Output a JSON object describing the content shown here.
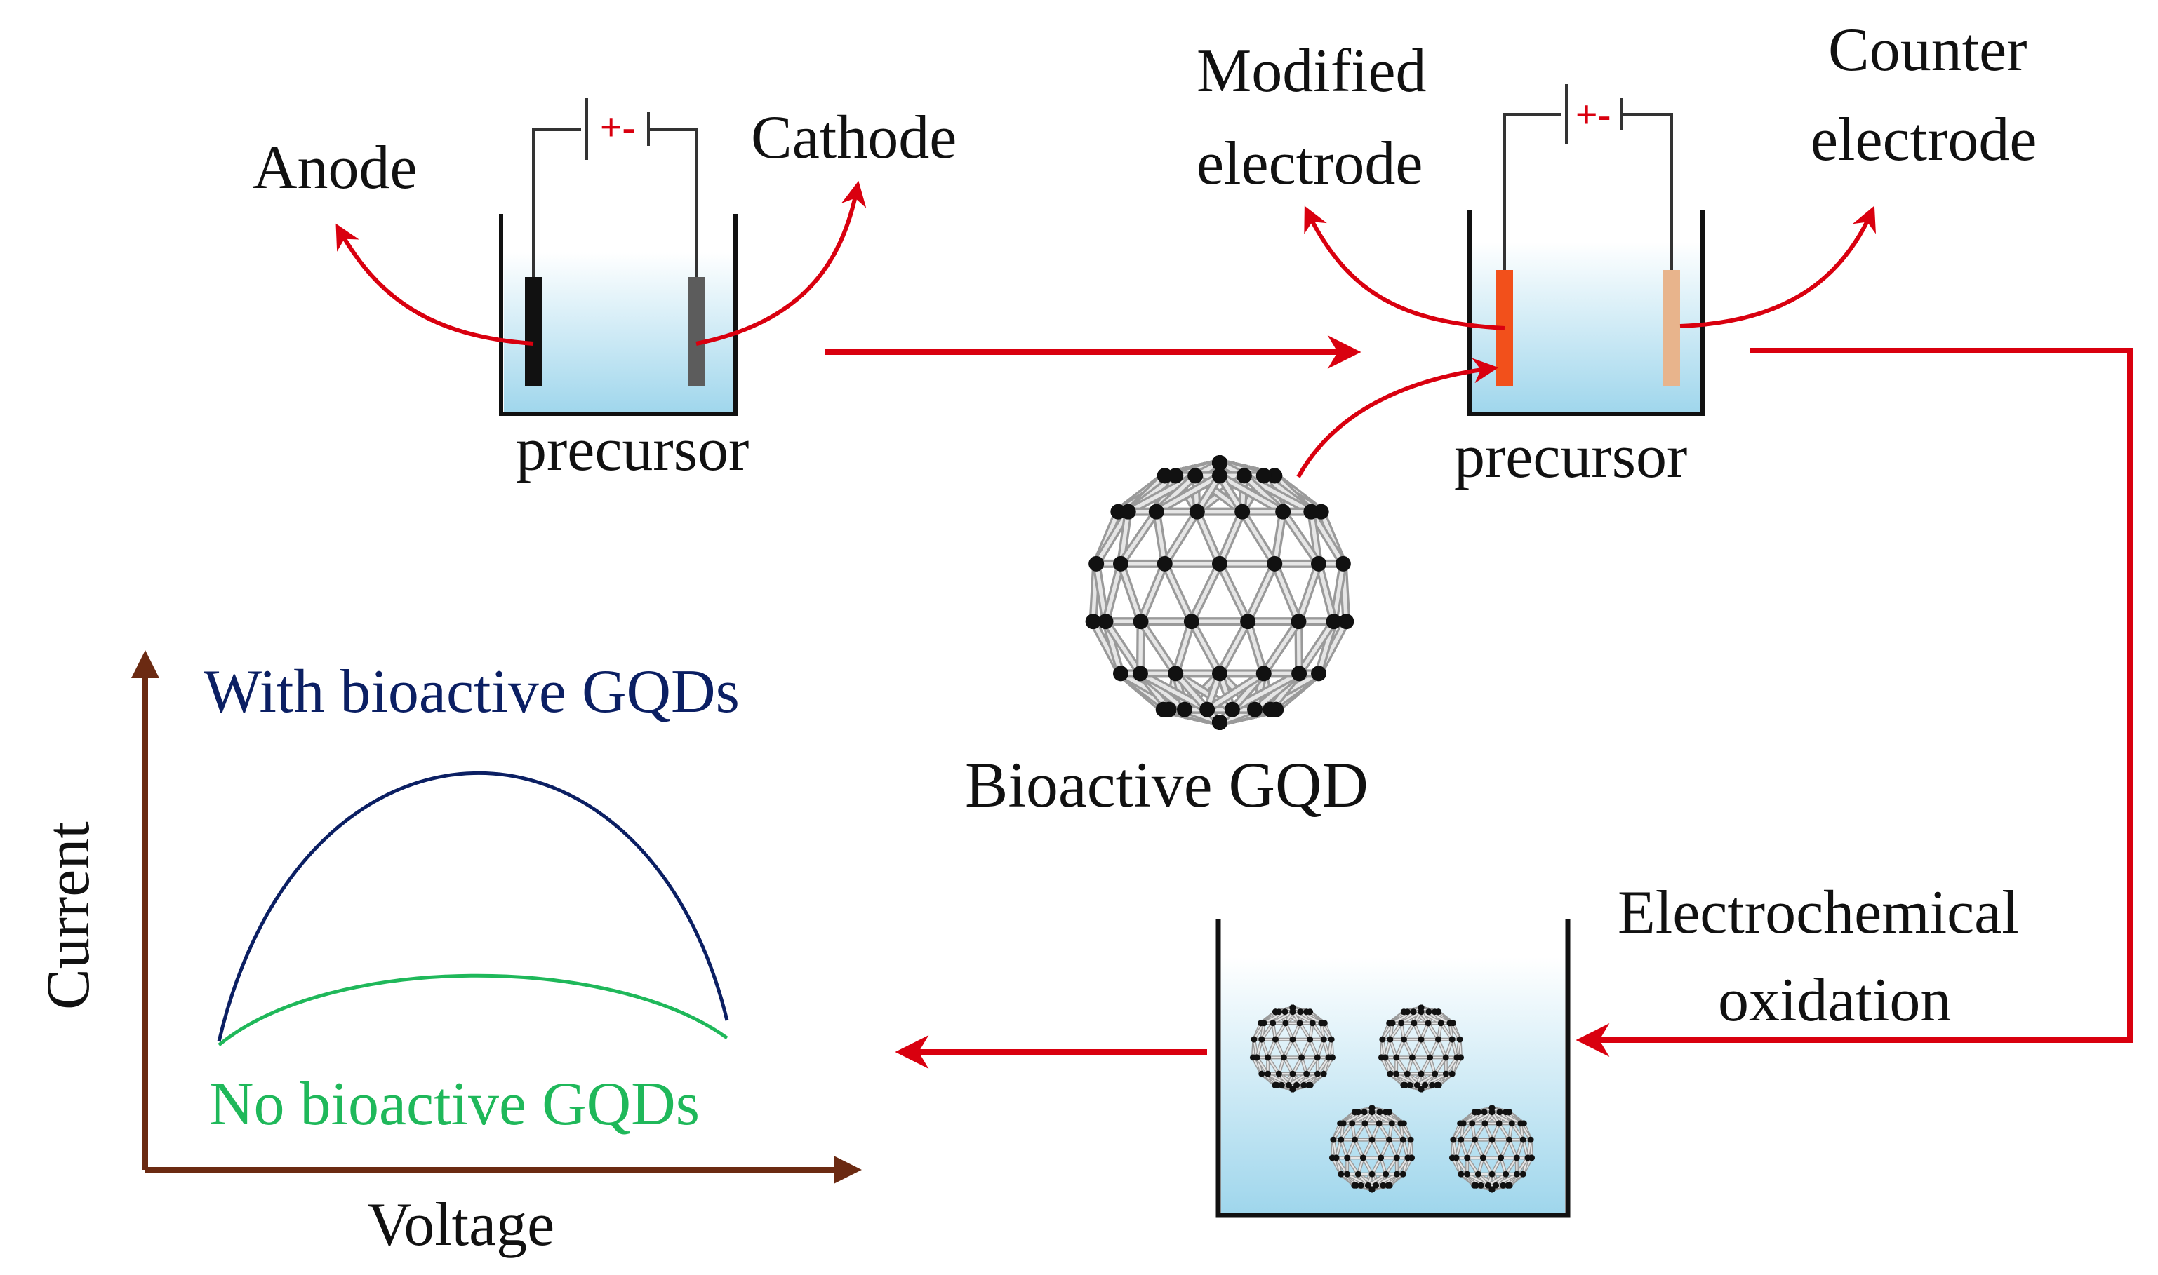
{
  "cell1": {
    "anode_label": "Anode",
    "cathode_label": "Cathode",
    "solution_label": "precursor",
    "polarity_label": "+-"
  },
  "cell2": {
    "modified_label_line1": "Modified",
    "modified_label_line2": "electrode",
    "counter_label_line1": "Counter",
    "counter_label_line2": "electrode",
    "solution_label": "precursor",
    "polarity_label": "+-"
  },
  "molecule": {
    "label": "Bioactive GQD"
  },
  "process": {
    "label_line1": "Electrochemical",
    "label_line2": "oxidation"
  },
  "graph": {
    "x_axis_label": "Voltage",
    "y_axis_label": "Current",
    "with_label": "With bioactive GQDs",
    "without_label": "No bioactive GQDs"
  },
  "colors": {
    "arrow": "#d9000f",
    "axis": "#6b2a12",
    "with_curve": "#0b1f63",
    "without_curve": "#1fb85a",
    "solution_top": "#ffffff",
    "solution_bottom": "#9fd6ec",
    "anode_plate": "#111111",
    "cathode_plate": "#5c5c5c",
    "modified_plate": "#f2501b",
    "counter_plate": "#e8b48c"
  }
}
